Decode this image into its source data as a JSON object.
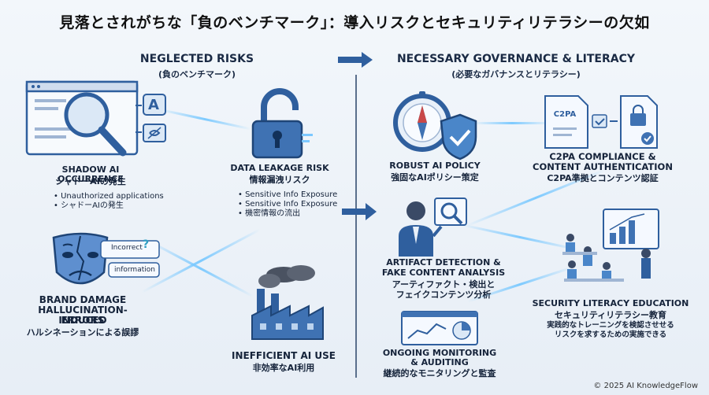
{
  "title": "見落とされがちな「負のベンチマーク」：導入リスクとセキュリティリテラシーの欠如",
  "left": {
    "heading": "NEGLECTED RISKS",
    "subheading": "(負のベンチマーク)",
    "shadow_ai": {
      "en": "SHADOW AI OCCURRENCE",
      "jp": "シャドーAIの発生",
      "bullets": [
        "Unauthorized applications",
        "シャドーAIの発生"
      ],
      "icon_letter": "A"
    },
    "data_leak": {
      "en": "DATA LEAKAGE RISK",
      "jp": "情報漏洩リスク",
      "bullets": [
        "Sensitive Info Exposure",
        "Sensitive Info Exposure",
        "機密情報の流出"
      ]
    },
    "brand_damage": {
      "en1": "BRAND DAMAGE",
      "en2": "HALLUCINATION-INDUCED",
      "en3": "ERRORS",
      "jp": "ハルシネーションによる誤謬",
      "bubble1": "Incorrect",
      "bubble2": "information",
      "bubble_mark": "?"
    },
    "inefficient": {
      "en": "INEFFICIENT AI USE",
      "jp": "非効率なAI利用"
    }
  },
  "right": {
    "heading": "NECESSARY GOVERNANCE & LITERACY",
    "subheading": "(必要なガバナンスとリテラシー)",
    "policy": {
      "en": "ROBUST AI POLICY",
      "jp": "強固なAIポリシー策定"
    },
    "c2pa": {
      "en1": "C2PA COMPLIANCE &",
      "en2": "CONTENT AUTHENTICATION",
      "jp": "C2PA準拠とコンテンツ認証",
      "doc_label": "C2PA"
    },
    "artifact": {
      "en1": "ARTIFACT DETECTION &",
      "en2": "FAKE CONTENT ANALYSIS",
      "jp1": "アーティファクト・検出と",
      "jp2": "フェイクコンテンツ分析"
    },
    "education": {
      "en": "SECURITY LITERACY EDUCATION",
      "jp": "セキュリティリテラシー教育",
      "jp_sub1": "実践的なトレーニングを検認させせる",
      "jp_sub2": "リスクを求するための実施できる"
    },
    "monitoring": {
      "en1": "ONGOING MONITORING",
      "en2": "& AUDITING",
      "jp": "継続的なモニタリングと監査"
    }
  },
  "footer": "© 2025 AI KnowledgeFlow",
  "colors": {
    "primary": "#2f5f9e",
    "accent": "#4a90d9",
    "dark": "#1b2433",
    "glow": "#7cc8ff"
  }
}
